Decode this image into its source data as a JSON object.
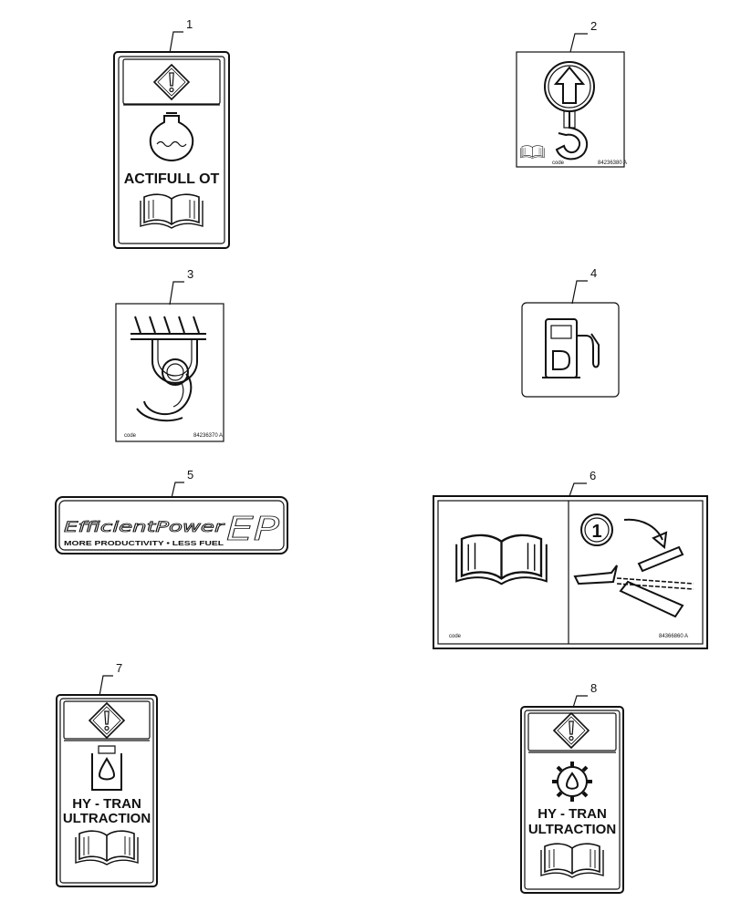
{
  "callouts": [
    "1",
    "2",
    "3",
    "4",
    "5",
    "6",
    "7",
    "8"
  ],
  "decals": {
    "d1": {
      "text": "ACTIFULL OT",
      "icons": [
        "warning-icon",
        "reservoir-icon",
        "manual-book-icon"
      ]
    },
    "d2": {
      "code": "code",
      "part": "84236380 A",
      "icons": [
        "lift-arrow-icon",
        "hook-icon",
        "manual-book-icon"
      ]
    },
    "d3": {
      "code": "code",
      "part": "84236370 A",
      "icons": [
        "tie-down-icon"
      ]
    },
    "d4": {
      "icons": [
        "diesel-fuel-pump-icon"
      ]
    },
    "d5": {
      "brand": "EfficientPower",
      "tagline": "MORE PRODUCTIVITY • LESS FUEL",
      "mark": "EP"
    },
    "d6": {
      "step": "1",
      "code": "code",
      "part": "84366860 A",
      "icons": [
        "manual-book-icon",
        "step-number-icon",
        "swing-arrow-icon",
        "linkage-icon"
      ]
    },
    "d7": {
      "line1": "HY - TRAN",
      "line2": "ULTRACTION",
      "icons": [
        "warning-icon",
        "fluid-reservoir-icon",
        "manual-book-icon"
      ]
    },
    "d8": {
      "line1": "HY - TRAN",
      "line2": "ULTRACTION",
      "icons": [
        "warning-icon",
        "gear-oil-icon",
        "manual-book-icon"
      ]
    }
  }
}
